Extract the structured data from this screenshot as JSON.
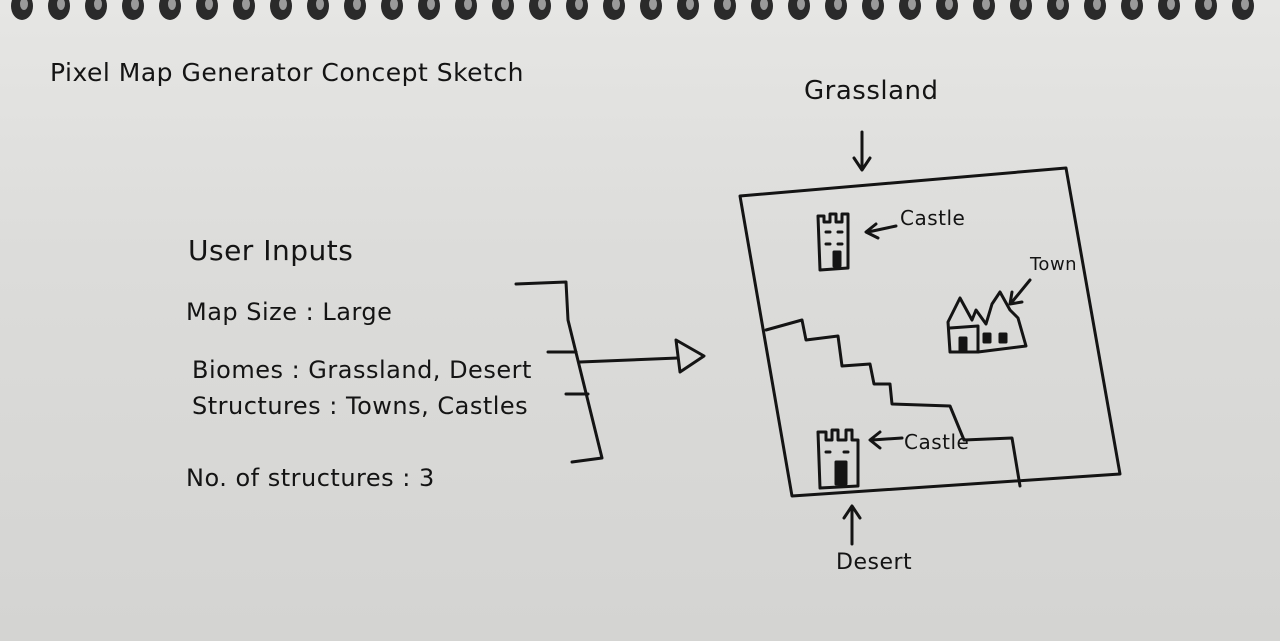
{
  "title": "Pixel Map Generator Concept Sketch",
  "user_inputs": {
    "heading": "User Inputs",
    "rows": [
      "Map Size : Large",
      "Biomes : Grassland, Desert",
      "Structures : Towns, Castles",
      "No. of structures : 3"
    ]
  },
  "map": {
    "top_label": "Grassland",
    "bottom_label": "Desert",
    "structures": [
      {
        "label": "Castle",
        "icon": "castle-icon"
      },
      {
        "label": "Town",
        "icon": "town-icon"
      },
      {
        "label": "Castle",
        "icon": "castle-icon"
      }
    ]
  },
  "colors": {
    "ink": "#141414",
    "paper": "#e0e0de"
  }
}
